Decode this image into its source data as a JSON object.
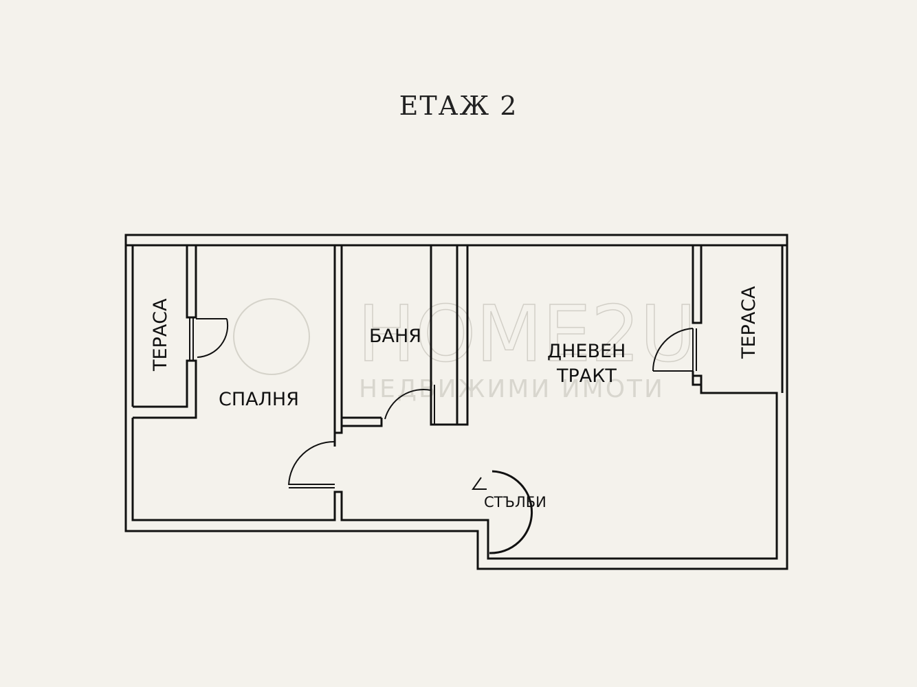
{
  "title": "ЕТАЖ 2",
  "rooms": {
    "terrace_left": "ТЕРАСА",
    "bedroom": "СПАЛНЯ",
    "bathroom": "БАНЯ",
    "living_line1": "ДНЕВЕН",
    "living_line2": "ТРАКТ",
    "terrace_right": "ТЕРАСА",
    "stairs": "СТЪЛБИ"
  },
  "watermark": {
    "brand": "HOME2U",
    "tagline": "НЕДВИЖИМИ ИМОТИ"
  }
}
